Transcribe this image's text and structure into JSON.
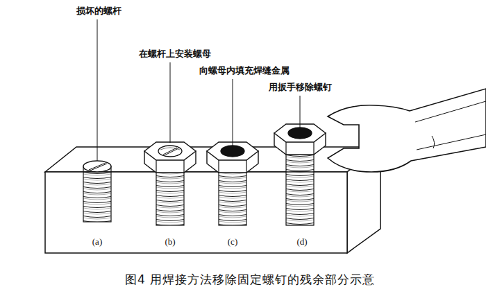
{
  "diagram": {
    "caption": "图4 用焊接方法移除固定螺钉的残余部分示意",
    "labels": [
      "损坏的螺杆",
      "在螺杆上安装螺母",
      "向螺母内填充焊缝金属",
      "用扳手移除螺钉",
      "(a)",
      "(b)",
      "(c)",
      "(d)"
    ]
  }
}
